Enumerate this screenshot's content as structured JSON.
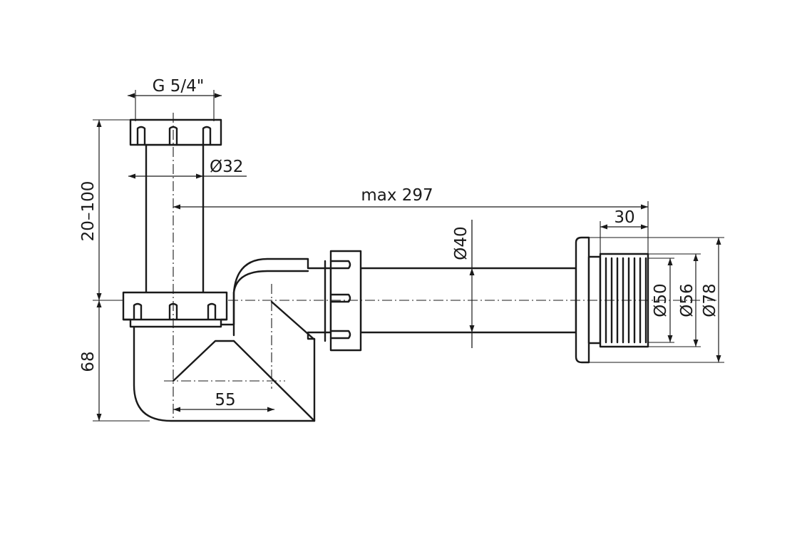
{
  "dimensions": {
    "thread": "G 5/4\"",
    "tailpiece_diameter": "Ø32",
    "height_adjust": "20–100",
    "trap_depth": "68",
    "trap_offset": "55",
    "max_length": "max 297",
    "outlet_pipe_diameter": "Ø40",
    "adapter_length": "30",
    "adapter_inner_diameter": "Ø50",
    "adapter_mid_diameter": "Ø56",
    "flange_diameter": "Ø78"
  },
  "colors": {
    "line": "#1a1a1a",
    "background": "#ffffff"
  }
}
